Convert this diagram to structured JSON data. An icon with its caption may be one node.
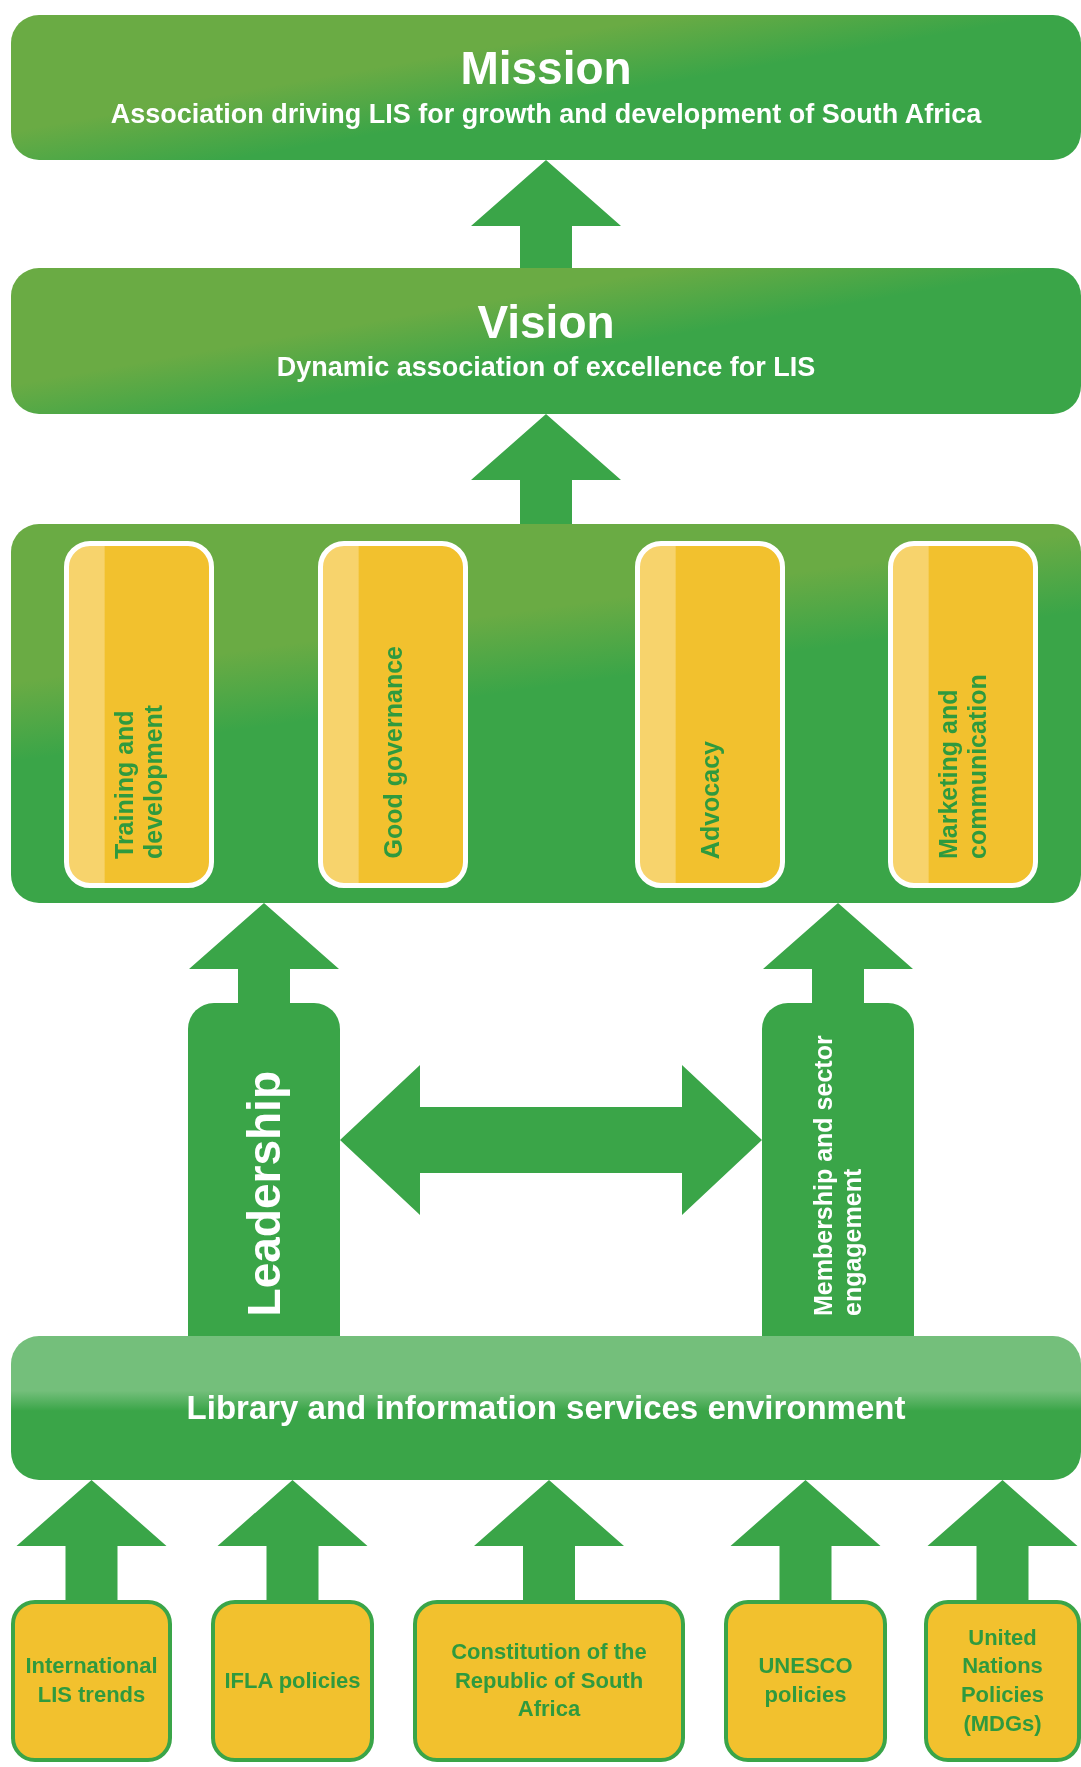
{
  "diagram": {
    "nodes": [
      {
        "text": [
          "Mission",
          "Association driving LIS for growth and development of South Africa"
        ]
      },
      {
        "text": [
          "Vision",
          "Dynamic association of excellence for LIS"
        ]
      },
      {
        "text": [],
        "shape": "box"
      },
      {
        "text": [
          "Training and development"
        ],
        "in": 2
      },
      {
        "text": [
          "Good governance"
        ],
        "in": 2
      },
      {
        "text": [
          "Advocacy"
        ],
        "in": 2
      },
      {
        "text": [
          "Marketing and communication"
        ],
        "in": 2
      },
      {
        "text": [
          "Leadership"
        ]
      },
      {
        "text": [
          "Membership and sector engagement"
        ]
      },
      {
        "text": [
          "Library and information services environment"
        ]
      },
      {
        "text": [
          "International LIS trends"
        ]
      },
      {
        "text": [
          "IFLA policies"
        ]
      },
      {
        "text": [
          "Constitution of the Republic of South Africa"
        ]
      },
      {
        "text": [
          "UNESCO policies"
        ]
      },
      {
        "text": [
          "United Nations Policies (MDGs)"
        ]
      }
    ],
    "edges": [
      {
        "from": 2,
        "to": 1,
        "arrow": "to"
      },
      {
        "from": 1,
        "to": 0,
        "arrow": "to"
      },
      {
        "from": 7,
        "to": 2,
        "arrow": "to"
      },
      {
        "from": 8,
        "to": 2,
        "arrow": "to"
      },
      {
        "from": 7,
        "to": 8,
        "arrow": "both"
      },
      {
        "from": 10,
        "to": 9,
        "arrow": "to"
      },
      {
        "from": 11,
        "to": 9,
        "arrow": "to"
      },
      {
        "from": 12,
        "to": 9,
        "arrow": "to"
      },
      {
        "from": 13,
        "to": 9,
        "arrow": "to"
      },
      {
        "from": 14,
        "to": 9,
        "arrow": "to"
      }
    ]
  }
}
